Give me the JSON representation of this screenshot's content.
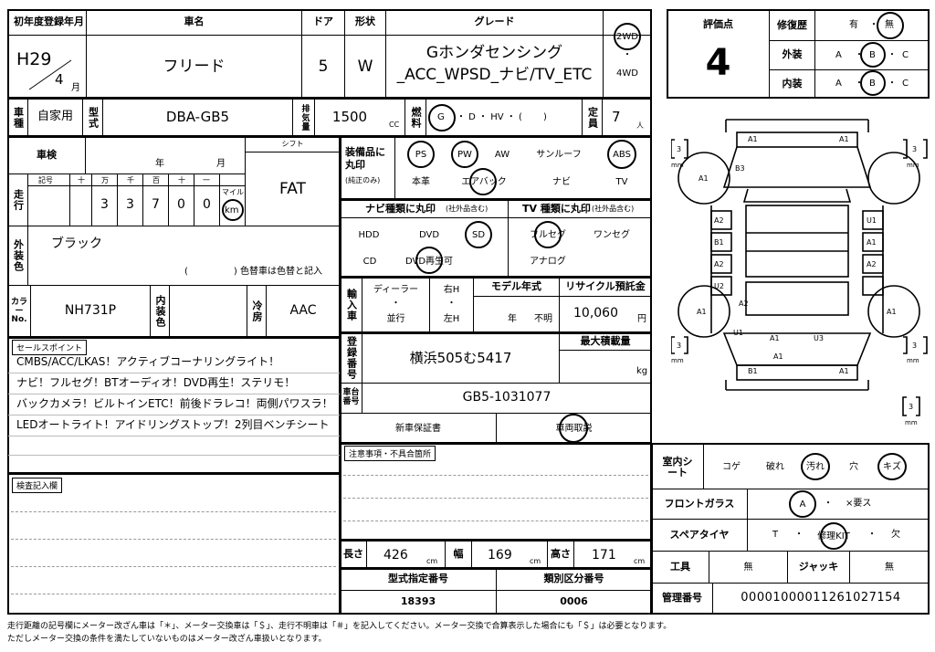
{
  "header": {
    "reg_label": "初年度登録年月",
    "reg_era": "H29",
    "reg_month": "4",
    "reg_month_unit": "月",
    "name_label": "車名",
    "name": "フリード",
    "door_label": "ドア",
    "door": "5",
    "shape_label": "形状",
    "shape": "W",
    "grade_label": "グレード",
    "grade_line1": "Gホンダセンシング",
    "grade_line2": "_ACC_WPSD_ナビ/TV_ETC",
    "drive_2wd": "2WD",
    "drive_dot": "・",
    "drive_4wd": "4WD"
  },
  "evaluation": {
    "score_label": "評価点",
    "score": "4",
    "repair_label": "修復歴",
    "repair_yes": "有",
    "repair_dot": "・",
    "repair_no": "無",
    "exterior_label": "外装",
    "interior_label": "内装",
    "grade_a": "A",
    "grade_b": "B",
    "grade_c": "C",
    "dot": "・"
  },
  "row2": {
    "use_label": "車種",
    "use": "自家用",
    "model_label": "型式",
    "model": "DBA-GB5",
    "displacement_label": "排気量",
    "displacement": "1500",
    "cc": "CC",
    "fuel_label": "燃料",
    "fuel_g": "G",
    "fuel_rest": "・ D ・ HV ・ (　　 )",
    "capacity_label": "定員",
    "capacity": "7",
    "capacity_unit": "人"
  },
  "inspection": {
    "label": "車検",
    "year": "年",
    "month": "月",
    "shift_label": "シフト",
    "shift": "FAT"
  },
  "mileage": {
    "label": "走行",
    "code_label": "記号",
    "place_labels": [
      "十",
      "万",
      "千",
      "百",
      "十",
      "一"
    ],
    "digits": [
      "3",
      "3",
      "7",
      "0",
      "0"
    ],
    "unit_mile": "マイル",
    "unit_km": "km"
  },
  "color": {
    "label": "外装色",
    "value": "ブラック",
    "note": "(　　　　　) 色替車は色替と記入",
    "no_label": "カラーNo.",
    "no": "NH731P",
    "interior_label": "内装色",
    "ac_label": "冷房",
    "ac": "AAC"
  },
  "equipment": {
    "label": "装備品に丸印",
    "sublabel": "(純正のみ)",
    "row1": [
      "PS",
      "PW",
      "AW",
      "サンルーフ",
      "ABS"
    ],
    "row2": [
      "本革",
      "エアバック",
      "ナビ",
      "TV"
    ]
  },
  "navi": {
    "label": "ナビ種類に丸印",
    "sub": "(社外品含む)",
    "items": [
      "HDD",
      "DVD",
      "SD",
      "CD",
      "DVD再生可"
    ]
  },
  "tv": {
    "label": "TV 種類に丸印",
    "sub": "(社外品含む)",
    "items": [
      "フルセグ",
      "ワンセグ",
      "アナログ"
    ]
  },
  "import": {
    "label": "輸入車",
    "dealer": "ディーラー",
    "dot": "・",
    "parallel": "並行",
    "right": "右H",
    "left": "左H",
    "model_year_label": "モデル年式",
    "year": "年",
    "unknown": "不明"
  },
  "recycle": {
    "label": "リサイクル預託金",
    "value": "10,060",
    "unit": "円"
  },
  "plate": {
    "label": "登録番号",
    "value": "横浜505む5417"
  },
  "load": {
    "label": "最大積載量",
    "unit": "kg"
  },
  "chassis": {
    "label": "車台番号",
    "value": "GB5-1031077"
  },
  "warranty": {
    "new_car": "新車保証書",
    "manual": "車両取説"
  },
  "notes_label": "注意事項・不具合箇所",
  "sales": {
    "label": "セールスポイント",
    "lines": [
      "CMBS/ACC/LKAS！アクティブコーナリングライト！",
      "ナビ！フルセグ！BTオーディオ！DVD再生！ステリモ！",
      "バックカメラ！ビルトインETC！前後ドラレコ！両側パワスラ！",
      "LEDオートライト！アイドリングストップ！2列目ベンチシート"
    ]
  },
  "inspector_label": "検査記入欄",
  "dimensions": {
    "length_label": "長さ",
    "length": "426",
    "width_label": "幅",
    "width": "169",
    "height_label": "高さ",
    "height": "171",
    "unit": "cm"
  },
  "designation": {
    "type_label": "型式指定番号",
    "type": "18393",
    "class_label": "類別区分番号",
    "class": "0006"
  },
  "interior": {
    "seat_label": "室内シート",
    "seat_items": [
      "コゲ",
      "破れ",
      "汚れ",
      "穴",
      "キズ"
    ],
    "glass_label": "フロントガラス",
    "glass_a": "A",
    "glass_dot": "・",
    "glass_replace": "×要ス",
    "spare_label": "スペアタイヤ",
    "spare_t": "T",
    "spare_kit": "修理KIT",
    "spare_none": "欠",
    "dot": "・",
    "tool_label": "工具",
    "tool": "無",
    "jack_label": "ジャッキ",
    "jack": "無",
    "mgmt_label": "管理番号",
    "mgmt": "00001000011261027154"
  },
  "diagram": {
    "depth_label": "3",
    "mm": "mm",
    "marks": [
      "A1",
      "A1",
      "B3",
      "A1",
      "A2",
      "B1",
      "A2",
      "U2",
      "U1",
      "A1",
      "A2",
      "A2",
      "A1",
      "U1",
      "A1",
      "U3",
      "A1",
      "B1",
      "A1",
      "A1"
    ]
  },
  "footer": {
    "line1": "走行距離の記号欄にメーター改ざん車は「＊」、メーター交換車は「＄」、走行不明車は「＃」を記入してください。メーター交換で合算表示した場合にも「＄」は必要となります。",
    "line2": "ただしメーター交換の条件を満たしていないものはメーター改ざん車扱いとなります。"
  }
}
